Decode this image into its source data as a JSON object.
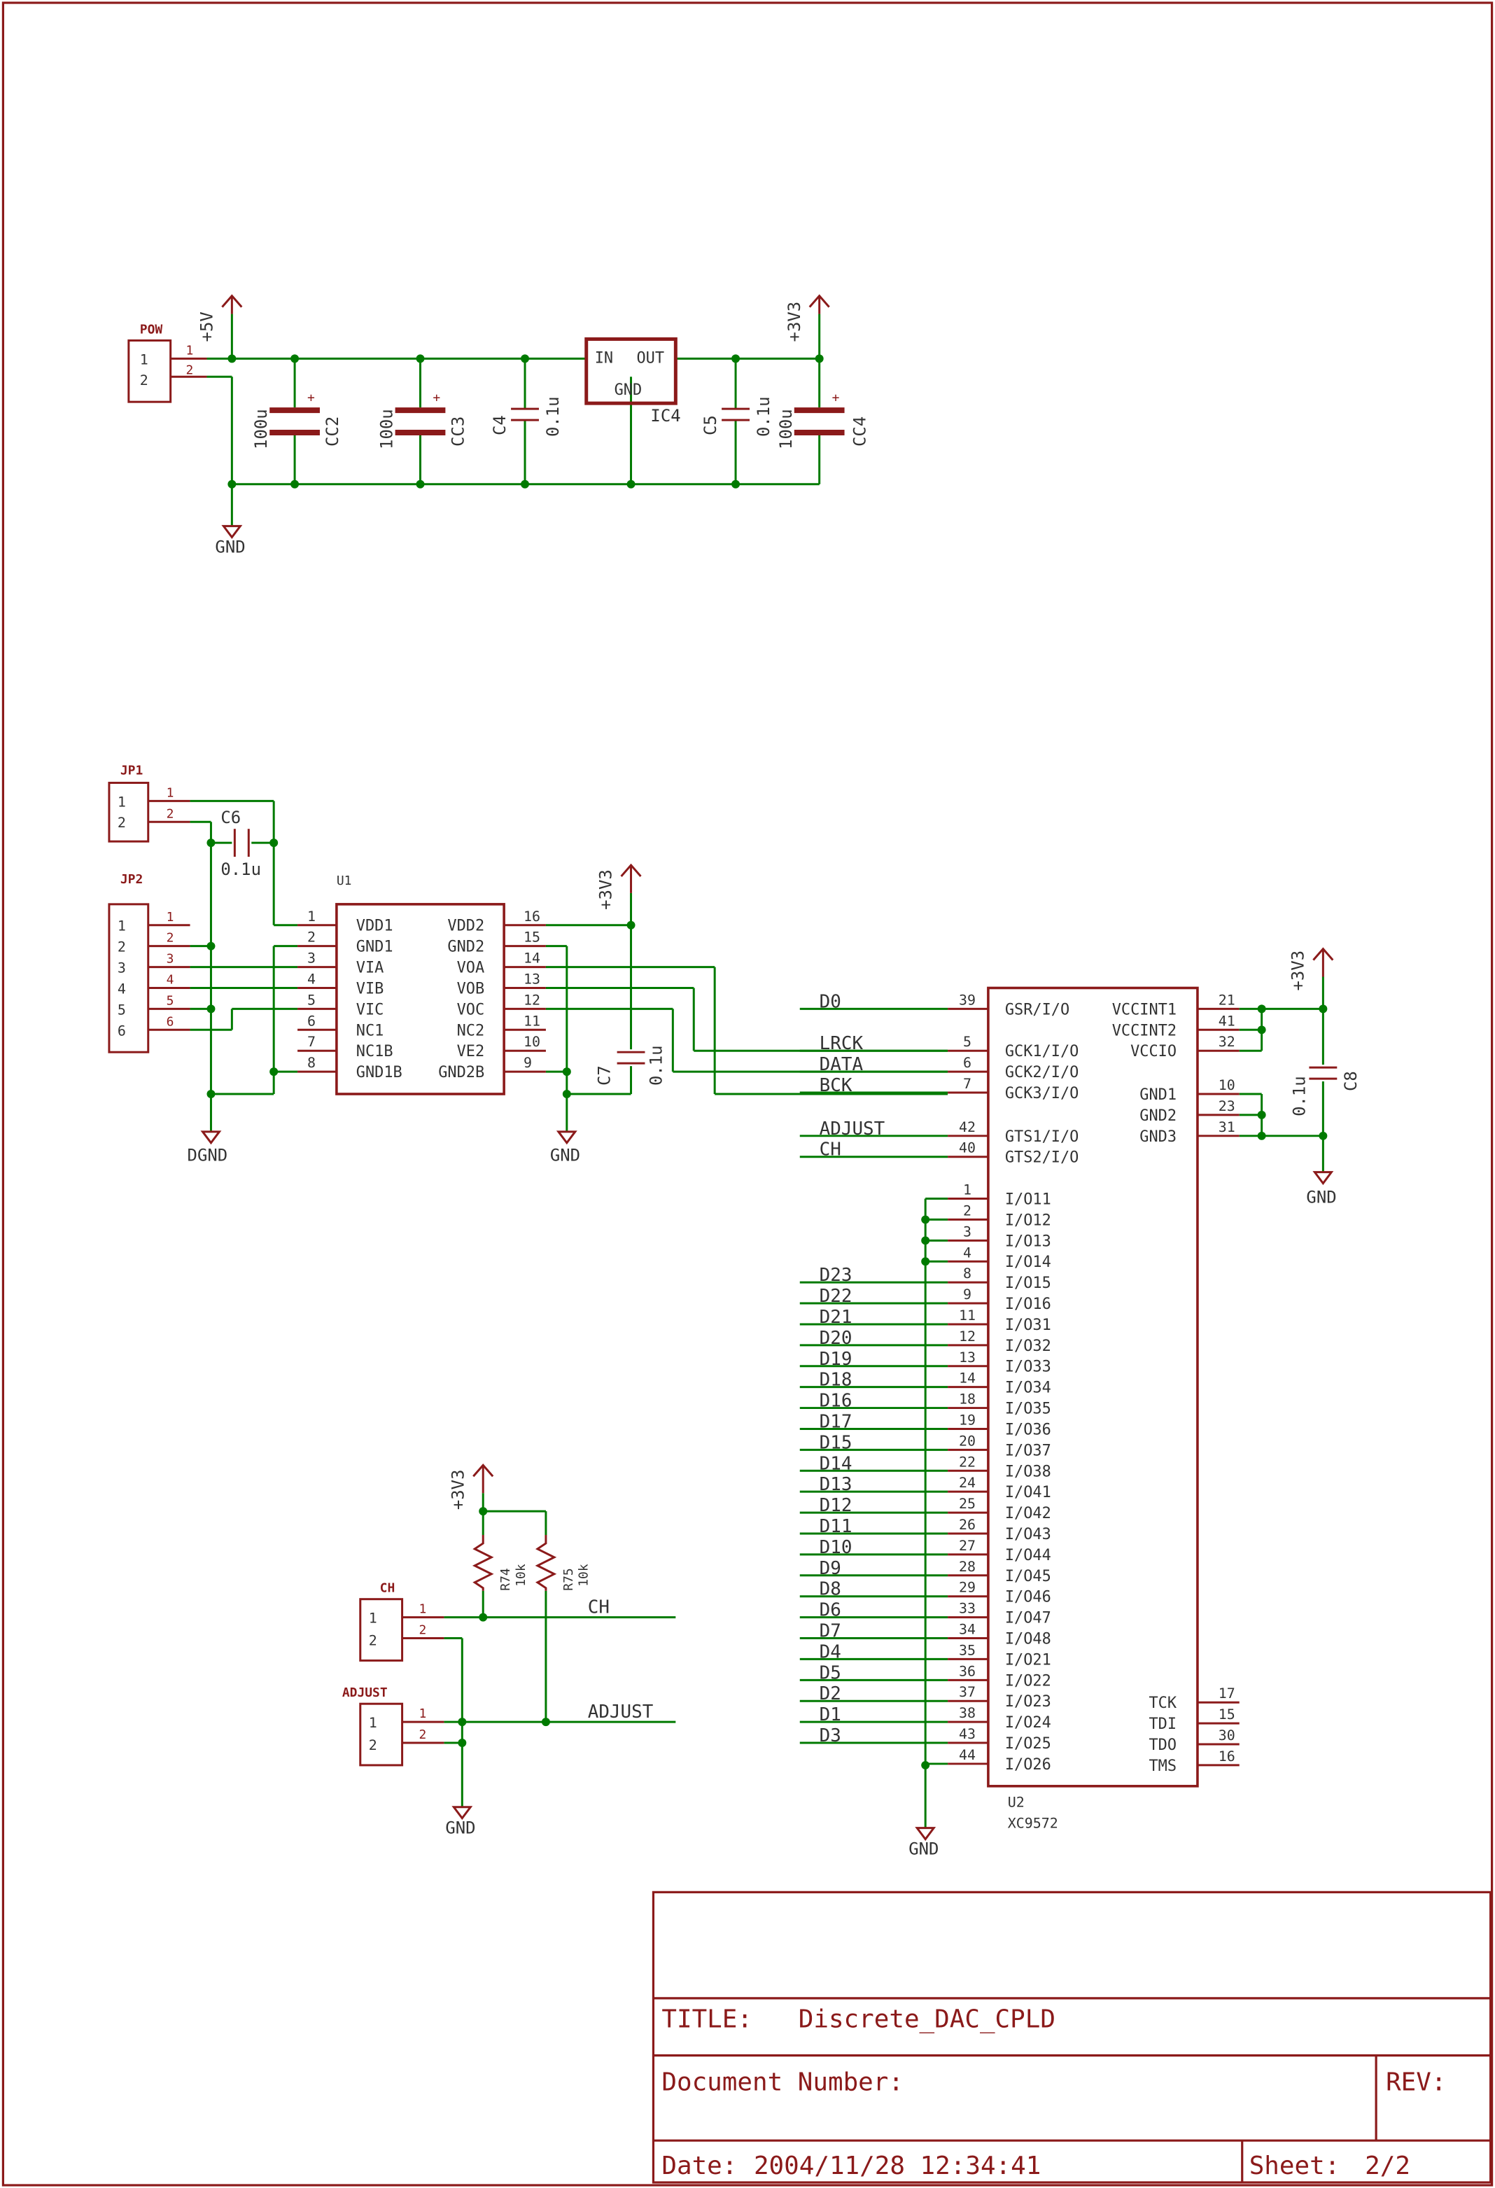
{
  "colors": {
    "frame": "#8b1a1a",
    "wire": "#007a00",
    "pin": "#8b1a1a",
    "text": "#333333",
    "junction": "#007a00"
  },
  "power": {
    "connector": {
      "name": "POW",
      "pins": [
        "1",
        "2"
      ]
    },
    "supply_5v": "+5V",
    "supply_3v3": "+3V3",
    "gnd": "GND",
    "regulator": {
      "name": "IC4",
      "in": "IN",
      "out": "OUT",
      "gnd": "GND"
    },
    "caps": [
      {
        "name": "CC2",
        "value": "100u"
      },
      {
        "name": "CC3",
        "value": "100u"
      },
      {
        "name": "C4",
        "value": "0.1u"
      },
      {
        "name": "C5",
        "value": "0.1u"
      },
      {
        "name": "CC4",
        "value": "100u"
      }
    ]
  },
  "u1": {
    "name": "U1",
    "left_pins": [
      {
        "num": "1",
        "name": "VDD1"
      },
      {
        "num": "2",
        "name": "GND1"
      },
      {
        "num": "3",
        "name": "VIA"
      },
      {
        "num": "4",
        "name": "VIB"
      },
      {
        "num": "5",
        "name": "VIC"
      },
      {
        "num": "6",
        "name": "NC1"
      },
      {
        "num": "7",
        "name": "NC1B"
      },
      {
        "num": "8",
        "name": "GND1B"
      }
    ],
    "right_pins": [
      {
        "num": "16",
        "name": "VDD2"
      },
      {
        "num": "15",
        "name": "GND2"
      },
      {
        "num": "14",
        "name": "VOA"
      },
      {
        "num": "13",
        "name": "VOB"
      },
      {
        "num": "12",
        "name": "VOC"
      },
      {
        "num": "11",
        "name": "NC2"
      },
      {
        "num": "10",
        "name": "VE2"
      },
      {
        "num": "9",
        "name": "GND2B"
      }
    ],
    "jp1": {
      "name": "JP1",
      "pins": [
        "1",
        "2"
      ]
    },
    "jp2": {
      "name": "JP2",
      "pins": [
        "1",
        "2",
        "3",
        "4",
        "5",
        "6"
      ]
    },
    "c6": {
      "name": "C6",
      "value": "0.1u"
    },
    "c7": {
      "name": "C7",
      "value": "0.1u"
    },
    "supply": "+3V3",
    "dgnd": "DGND",
    "gnd": "GND"
  },
  "u2": {
    "name": "U2",
    "part": "XC9572",
    "top_left": [
      {
        "num": "39",
        "name": "GSR/I/O",
        "net": "D0"
      },
      {
        "num": "5",
        "name": "GCK1/I/O",
        "net": "LRCK"
      },
      {
        "num": "6",
        "name": "GCK2/I/O",
        "net": "DATA"
      },
      {
        "num": "7",
        "name": "GCK3/I/O",
        "net": "BCK"
      },
      {
        "num": "42",
        "name": "GTS1/I/O",
        "net": "ADJUST"
      },
      {
        "num": "40",
        "name": "GTS2/I/O",
        "net": "CH"
      }
    ],
    "io_pins": [
      {
        "num": "1",
        "name": "I/O11",
        "net": ""
      },
      {
        "num": "2",
        "name": "I/O12",
        "net": ""
      },
      {
        "num": "3",
        "name": "I/O13",
        "net": ""
      },
      {
        "num": "4",
        "name": "I/O14",
        "net": ""
      },
      {
        "num": "8",
        "name": "I/O15",
        "net": "D23"
      },
      {
        "num": "9",
        "name": "I/O16",
        "net": "D22"
      },
      {
        "num": "11",
        "name": "I/O31",
        "net": "D21"
      },
      {
        "num": "12",
        "name": "I/O32",
        "net": "D20"
      },
      {
        "num": "13",
        "name": "I/O33",
        "net": "D19"
      },
      {
        "num": "14",
        "name": "I/O34",
        "net": "D18"
      },
      {
        "num": "18",
        "name": "I/O35",
        "net": "D16"
      },
      {
        "num": "19",
        "name": "I/O36",
        "net": "D17"
      },
      {
        "num": "20",
        "name": "I/O37",
        "net": "D15"
      },
      {
        "num": "22",
        "name": "I/O38",
        "net": "D14"
      },
      {
        "num": "24",
        "name": "I/O41",
        "net": "D13"
      },
      {
        "num": "25",
        "name": "I/O42",
        "net": "D12"
      },
      {
        "num": "26",
        "name": "I/O43",
        "net": "D11"
      },
      {
        "num": "27",
        "name": "I/O44",
        "net": "D10"
      },
      {
        "num": "28",
        "name": "I/O45",
        "net": "D9"
      },
      {
        "num": "29",
        "name": "I/O46",
        "net": "D8"
      },
      {
        "num": "33",
        "name": "I/O47",
        "net": "D6"
      },
      {
        "num": "34",
        "name": "I/O48",
        "net": "D7"
      },
      {
        "num": "35",
        "name": "I/O21",
        "net": "D4"
      },
      {
        "num": "36",
        "name": "I/O22",
        "net": "D5"
      },
      {
        "num": "37",
        "name": "I/O23",
        "net": "D2"
      },
      {
        "num": "38",
        "name": "I/O24",
        "net": "D1"
      },
      {
        "num": "43",
        "name": "I/O25",
        "net": "D3"
      },
      {
        "num": "44",
        "name": "I/O26",
        "net": ""
      }
    ],
    "right_top": [
      {
        "num": "21",
        "name": "VCCINT1"
      },
      {
        "num": "41",
        "name": "VCCINT2"
      },
      {
        "num": "32",
        "name": "VCCIO"
      }
    ],
    "right_gnd": [
      {
        "num": "10",
        "name": "GND1"
      },
      {
        "num": "23",
        "name": "GND2"
      },
      {
        "num": "31",
        "name": "GND3"
      }
    ],
    "jtag": [
      {
        "num": "17",
        "name": "TCK"
      },
      {
        "num": "15",
        "name": "TDI"
      },
      {
        "num": "30",
        "name": "TDO"
      },
      {
        "num": "16",
        "name": "TMS"
      }
    ],
    "c8": {
      "name": "C8",
      "value": "0.1u"
    },
    "supply": "+3V3",
    "gnd_right": "GND",
    "gnd_bottom": "GND"
  },
  "switches": {
    "ch": {
      "name": "CH",
      "pins": [
        "1",
        "2"
      ],
      "net": "CH"
    },
    "adjust": {
      "name": "ADJUST",
      "pins": [
        "1",
        "2"
      ],
      "net": "ADJUST"
    },
    "r74": {
      "name": "R74",
      "value": "10k"
    },
    "r75": {
      "name": "R75",
      "value": "10k"
    },
    "supply": "+3V3",
    "gnd": "GND"
  },
  "title_block": {
    "title_label": "TITLE:",
    "title": "Discrete_DAC_CPLD",
    "docnum_label": "Document Number:",
    "docnum": "",
    "rev_label": "REV:",
    "rev": "",
    "date_label": "Date:",
    "date": "2004/11/28 12:34:41",
    "sheet_label": "Sheet:",
    "sheet": "2/2"
  }
}
